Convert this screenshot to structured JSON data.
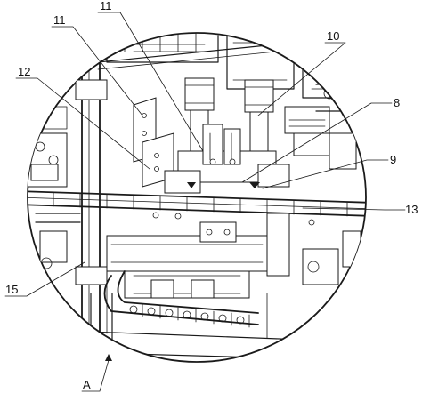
{
  "figure": {
    "labels": {
      "l11a": "11",
      "l11b": "11",
      "l10": "10",
      "l12": "12",
      "l8": "8",
      "l9": "9",
      "l13": "13",
      "l15": "15",
      "lA": "A"
    }
  }
}
